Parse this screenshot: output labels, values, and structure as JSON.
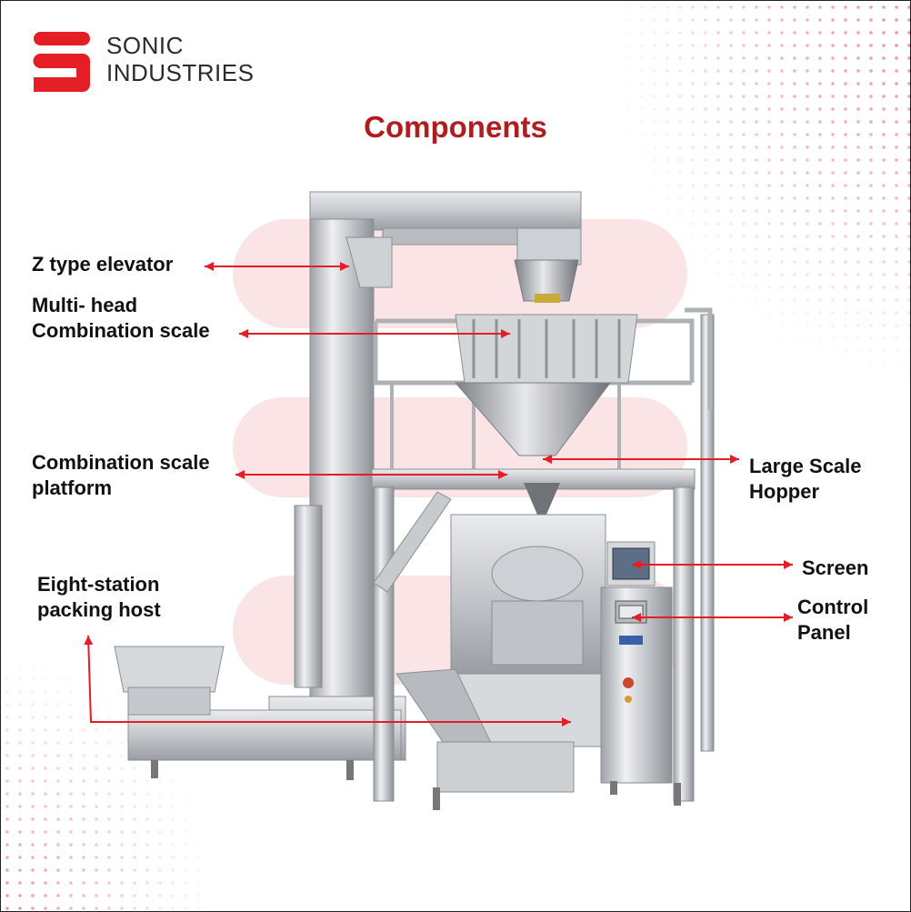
{
  "brand": {
    "line1": "SONIC",
    "line2": "INDUSTRIES",
    "accent": "#e31e24"
  },
  "title": "Components",
  "title_color": "#b01d1f",
  "arrow_color": "#e31e24",
  "labels": {
    "z_elevator": "Z type elevator",
    "multi_head_1": "Multi- head",
    "multi_head_2": "Combination scale",
    "platform_1": "Combination scale",
    "platform_2": "platform",
    "packing_1": "Eight-station",
    "packing_2": "packing host",
    "hopper_1": "Large Scale",
    "hopper_2": "Hopper",
    "screen": "Screen",
    "control_1": "Control",
    "control_2": "Panel"
  }
}
